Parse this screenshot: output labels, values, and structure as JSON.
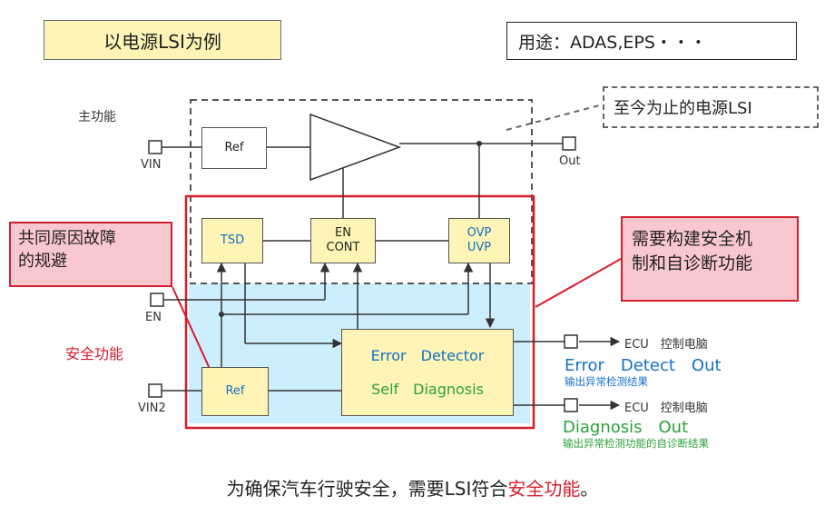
{
  "header": {
    "example_title": "以电源LSI为例",
    "usage_label": "用途：ADAS,EPS・・・"
  },
  "callouts": {
    "current_lsi": "至今为止的电源LSI",
    "common_cause_line1": "共同原因故障",
    "common_cause_line2": "的规避",
    "need_line1": "需要构建安全机",
    "need_line2": "制和自诊断功能"
  },
  "sections": {
    "main_function": "主功能",
    "safety_function": "安全功能"
  },
  "pins": {
    "vin": "VIN",
    "en": "EN",
    "vin2": "VIN2",
    "out": "Out"
  },
  "blocks": {
    "ref_top": "Ref",
    "tsd": "TSD",
    "en_cont_line1": "EN",
    "en_cont_line2": "CONT",
    "ovp": "OVP",
    "uvp": "UVP",
    "ref_bottom": "Ref",
    "error_detector": "Error　Detector",
    "self_diagnosis": "Self　Diagnosis"
  },
  "outputs": {
    "ecu_label_1": "ECU　控制电脑",
    "error_out": "Error　Detect　Out",
    "error_out_desc": "输出异常检测结果",
    "ecu_label_2": "ECU　控制电脑",
    "diagnosis_out": "Diagnosis　Out",
    "diagnosis_out_desc": "输出异常检测功能的自诊断结果"
  },
  "footer": {
    "prefix": "为确保汽车行驶安全，需要LSI符合",
    "highlight": "安全功能",
    "suffix": "。"
  },
  "colors": {
    "yellow": "#fdf4b6",
    "light_blue": "#cdeefc",
    "red": "#d81c2c",
    "pink": "#f9c8cf",
    "blue_text": "#1470c4",
    "green_text": "#2ca03c"
  }
}
